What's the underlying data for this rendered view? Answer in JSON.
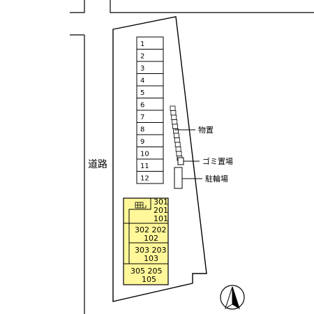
{
  "map": {
    "road_label": "道路",
    "parking_slots": [
      "1",
      "2",
      "3",
      "4",
      "5",
      "6",
      "7",
      "8",
      "9",
      "10",
      "11",
      "12"
    ],
    "building": {
      "units": [
        {
          "id": "block-1",
          "lines": [
            "301",
            "201",
            "101"
          ]
        },
        {
          "id": "block-2",
          "lines": [
            "302 202",
            "102"
          ]
        },
        {
          "id": "block-3",
          "lines": [
            "303 203",
            "103"
          ]
        },
        {
          "id": "block-4",
          "lines": [
            "305 205",
            "105"
          ]
        }
      ],
      "color": "#fff799"
    },
    "storage_label": "物置",
    "garbage_label": "ゴミ置場",
    "bike_label": "駐輪場",
    "compass_label": "N"
  }
}
